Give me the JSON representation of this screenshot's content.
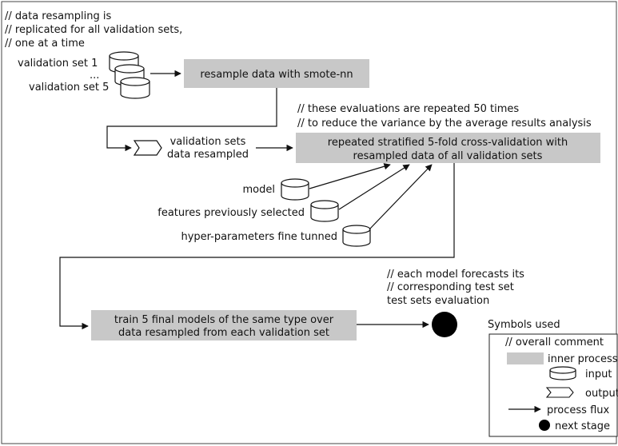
{
  "comments": {
    "top": [
      "// data resampling is",
      "// replicated for all validation sets,",
      "// one at a time"
    ],
    "eval": [
      "// these evaluations are repeated 50 times",
      "// to reduce the variance by the average results analysis"
    ],
    "forecast": [
      "// each model forecasts its",
      "// corresponding test set"
    ]
  },
  "inputs": {
    "validation_set_1": "validation set 1",
    "ellipsis": "...",
    "validation_set_5": "validation set 5",
    "model": "model",
    "features": "features previously selected",
    "hyper": "hyper-parameters fine tunned"
  },
  "processes": {
    "resample": "resample data with smote-nn",
    "cv_line1": "repeated stratified 5-fold cross-validation with",
    "cv_line2": "resampled data of all validation sets",
    "train_line1": "train 5 final models of the same type over",
    "train_line2": "data resampled from each validation set"
  },
  "outputs": {
    "resampled_line1": "validation sets",
    "resampled_line2": "data resampled"
  },
  "next_stage_label": "test sets evaluation",
  "legend": {
    "title": "Symbols used",
    "items": {
      "comment": "//  overall comment",
      "inner_process": "inner process",
      "input": "input",
      "output": "output",
      "process_flux": "process flux",
      "next_stage": "next stage"
    }
  }
}
